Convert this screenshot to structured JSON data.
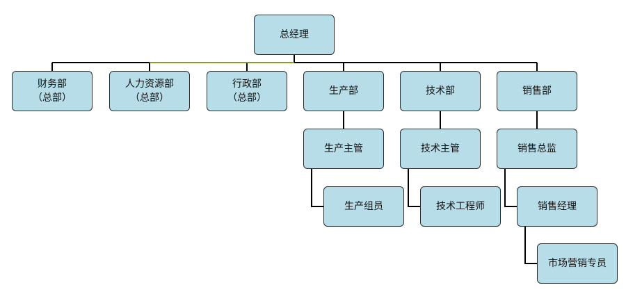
{
  "org_chart": {
    "root": {
      "label": "总经理"
    },
    "departments": [
      {
        "label": "财务部",
        "sub": "（总部）"
      },
      {
        "label": "人力资源部",
        "sub": "（总部）"
      },
      {
        "label": "行政部",
        "sub": "（总部）"
      },
      {
        "label": "生产部"
      },
      {
        "label": "技术部"
      },
      {
        "label": "销售部"
      }
    ],
    "production": {
      "supervisor": "生产主管",
      "member": "生产组员"
    },
    "technology": {
      "supervisor": "技术主管",
      "engineer": "技术工程师"
    },
    "sales": {
      "director": "销售总监",
      "manager": "销售经理",
      "specialist": "市场营销专员"
    }
  },
  "colors": {
    "node_fill": "#b7dde8",
    "node_border": "#2b2b2b",
    "connector": "#000000",
    "connector_highlight": "#8a9a2c"
  }
}
